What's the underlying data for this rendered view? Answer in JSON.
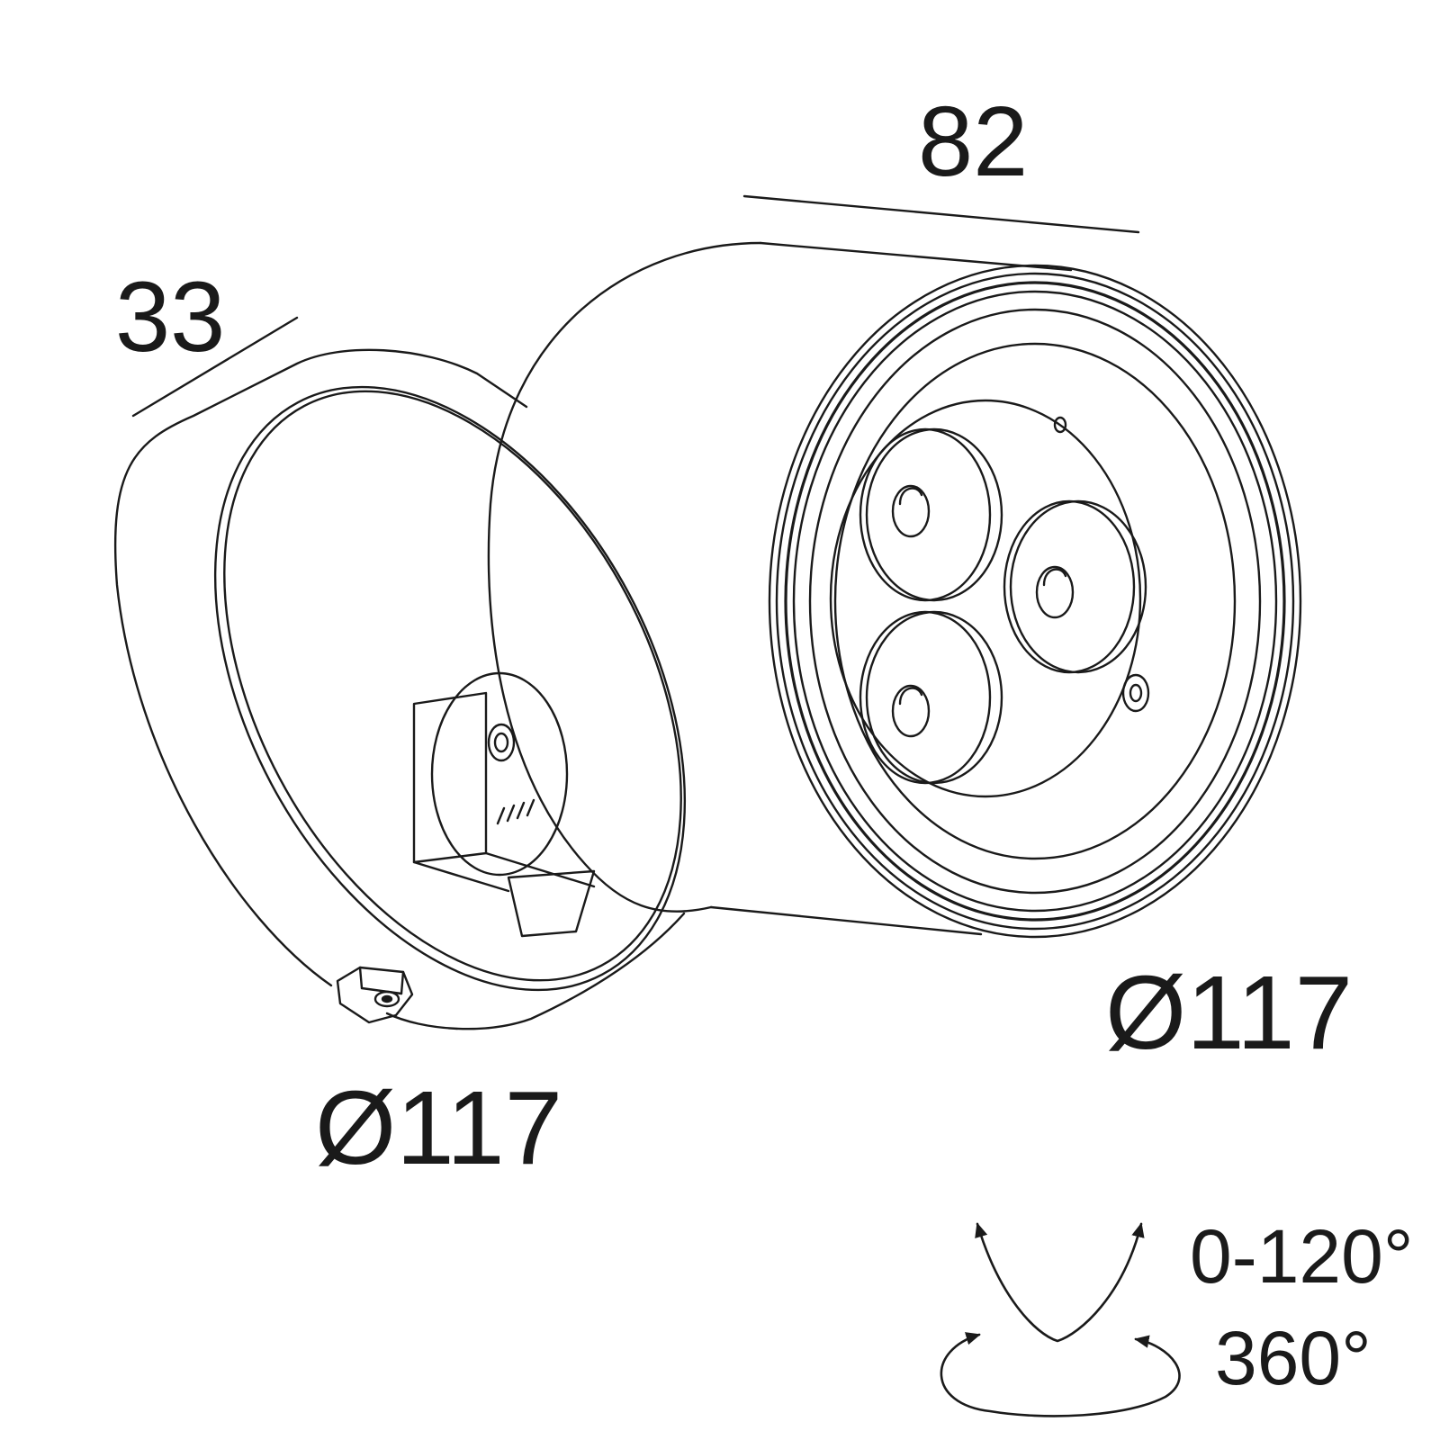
{
  "dimensions": {
    "width_top": "82",
    "depth_left": "33",
    "diameter_head": "Ø117",
    "diameter_base": "Ø117"
  },
  "rotation": {
    "tilt": "0-120°",
    "pan": "360°"
  },
  "colors": {
    "line": "#1a1a1a",
    "background": "#ffffff"
  }
}
